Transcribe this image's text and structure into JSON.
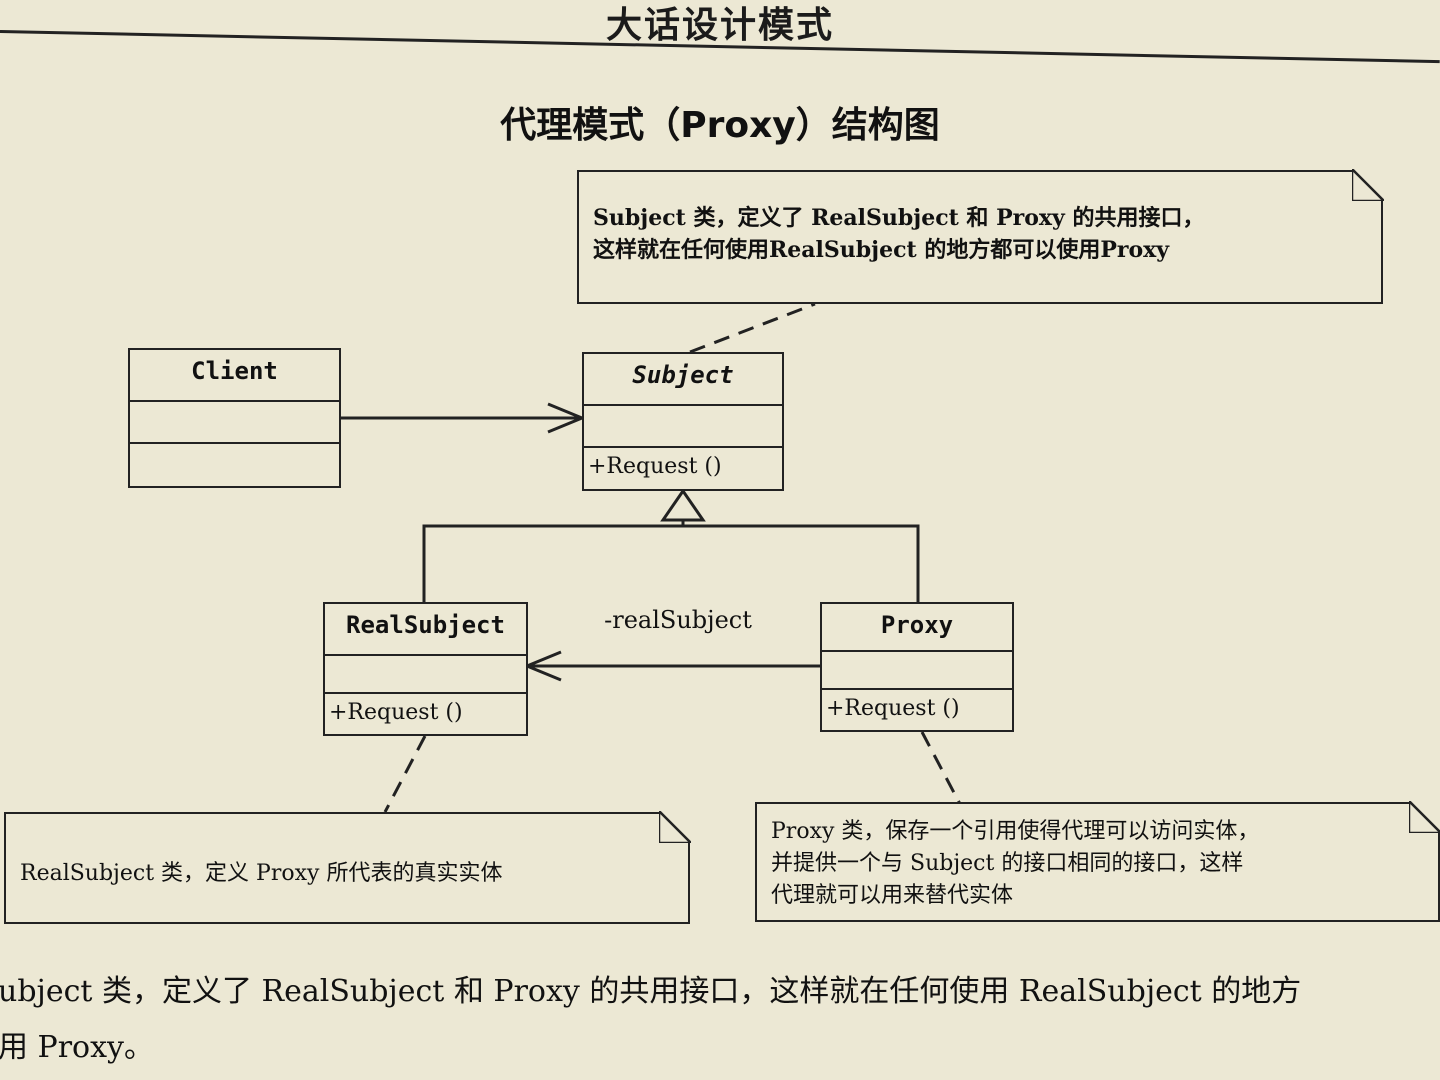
{
  "header": {
    "title": "大话设计模式"
  },
  "diagram": {
    "title": "代理模式（Proxy）结构图",
    "classes": {
      "client": {
        "name": "Client"
      },
      "subject": {
        "name": "Subject",
        "operation": "+Request ()"
      },
      "real_subject": {
        "name": "RealSubject",
        "operation": "+Request ()"
      },
      "proxy": {
        "name": "Proxy",
        "operation": "+Request ()"
      }
    },
    "association_label": "-realSubject",
    "notes": {
      "subject_note": [
        "Subject 类，定义了 RealSubject 和 Proxy 的共用接口，",
        "这样就在任何使用RealSubject 的地方都可以使用Proxy"
      ],
      "real_subject_note": [
        "RealSubject 类，定义 Proxy 所代表的真实实体"
      ],
      "proxy_note": [
        "Proxy 类，保存一个引用使得代理可以访问实体，",
        "并提供一个与 Subject 的接口相同的接口，这样",
        "代理就可以用来替代实体"
      ]
    }
  },
  "body_text": {
    "line1": "ubject 类，定义了 RealSubject 和 Proxy 的共用接口，这样就在任何使用 RealSubject 的地方",
    "line2": "用 Proxy。"
  }
}
